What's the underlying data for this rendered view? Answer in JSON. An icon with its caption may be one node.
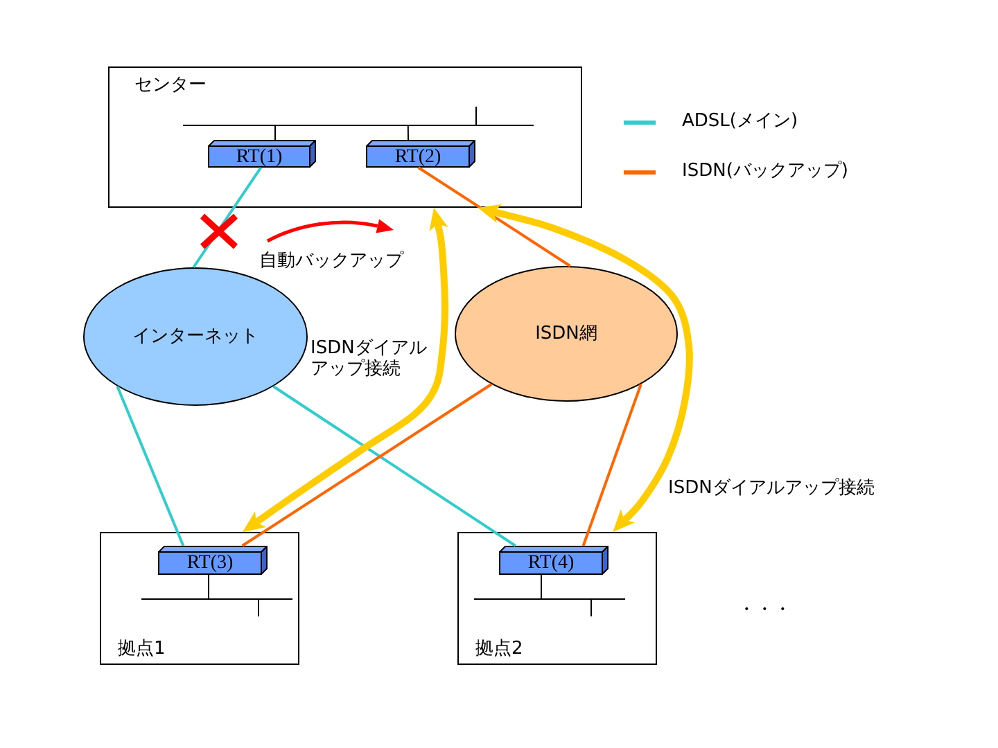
{
  "diagram": {
    "nodes": [
      {
        "text": [
          "センター"
        ]
      },
      {
        "text": [],
        "shape": "bar",
        "in": 0
      },
      {
        "text": [
          "RT(1)"
        ],
        "in": 0
      },
      {
        "text": [
          "RT(2)"
        ],
        "in": 0
      },
      {
        "text": [
          "インターネット"
        ]
      },
      {
        "text": [
          "ISDN網"
        ]
      },
      {
        "text": [
          "拠点1"
        ]
      },
      {
        "text": [
          "RT(3)"
        ],
        "in": 6
      },
      {
        "text": [],
        "shape": "bar",
        "in": 6
      },
      {
        "text": [
          "拠点2"
        ]
      },
      {
        "text": [
          "RT(4)"
        ],
        "in": 9
      },
      {
        "text": [],
        "shape": "bar",
        "in": 9
      }
    ],
    "edges": [
      {
        "from": 1,
        "to": 2,
        "arrow": "none"
      },
      {
        "from": 1,
        "to": 3,
        "arrow": "none"
      },
      {
        "from": 1,
        "to": null,
        "arrow": "none"
      },
      {
        "from": 2,
        "to": 4,
        "arrow": "none",
        "color": "#33cccc"
      },
      {
        "from": 3,
        "to": 5,
        "arrow": "none",
        "color": "#ff6600"
      },
      {
        "from": 4,
        "to": 7,
        "arrow": "none",
        "color": "#33cccc"
      },
      {
        "from": 4,
        "to": 10,
        "arrow": "none",
        "color": "#33cccc"
      },
      {
        "from": 5,
        "to": 7,
        "arrow": "none",
        "color": "#ff6600"
      },
      {
        "from": 5,
        "to": 10,
        "arrow": "none",
        "color": "#ff6600"
      },
      {
        "from": 6,
        "to": 0,
        "arrow": "both",
        "style": "thick",
        "color": "#ffcc00",
        "label": "ISDNダイアルアップ接続"
      },
      {
        "from": 0,
        "to": 9,
        "arrow": "both",
        "style": "thick",
        "color": "#ffcc00",
        "label": "ISDNダイアルアップ接続"
      },
      {
        "from": 7,
        "to": 8,
        "arrow": "none"
      },
      {
        "from": 8,
        "to": null,
        "arrow": "none"
      },
      {
        "from": 10,
        "to": 11,
        "arrow": "none"
      },
      {
        "from": 11,
        "to": null,
        "arrow": "none"
      }
    ],
    "labels": [
      "自動バックアップ",
      "・・・"
    ],
    "legend": [
      {
        "text": "ADSL(メイン)",
        "color": "#33cccc"
      },
      {
        "text": "ISDN(バックアップ)",
        "color": "#ff6600"
      }
    ]
  }
}
